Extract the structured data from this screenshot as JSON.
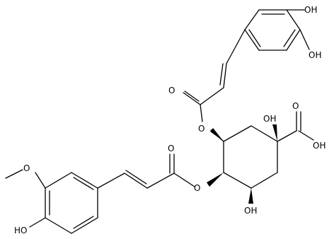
{
  "diagram": {
    "labels": {
      "oh_top_right": "OH",
      "oh_top_mid": "OH",
      "o_ester_upper_carbonyl": "O",
      "o_ester_upper_link": "O",
      "oh_quaternary": "OH",
      "o_acid_carbonyl": "O",
      "oh_acid": "OH",
      "o_ester_lower_carbonyl": "O",
      "o_ester_lower_link": "O",
      "o_methoxy": "O",
      "oh_bottom_left": "HO",
      "oh_ring": "OH"
    },
    "colors": {
      "ink": "#000000",
      "background": "#ffffff"
    }
  }
}
